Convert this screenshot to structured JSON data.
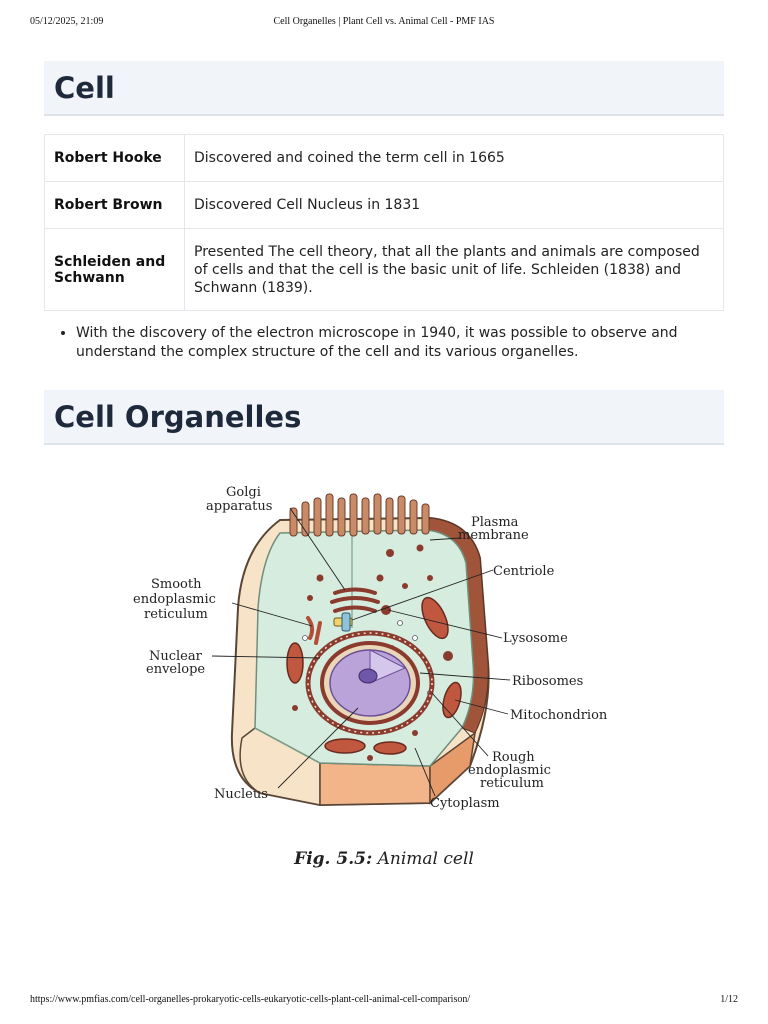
{
  "print_header": {
    "datetime": "05/12/2025, 21:09",
    "title": "Cell Organelles | Plant Cell vs. Animal Cell - PMF IAS"
  },
  "section_cell": {
    "heading": "Cell",
    "table": [
      {
        "name": "Robert Hooke",
        "desc": "Discovered and coined the term cell in 1665"
      },
      {
        "name": "Robert Brown",
        "desc": "Discovered Cell Nucleus in 1831"
      },
      {
        "name": "Schleiden and Schwann",
        "desc": "Presented The cell theory, that all the plants and animals are composed of cells and that the cell is the basic unit of life. Schleiden (1838) and Schwann (1839)."
      }
    ],
    "bullets": [
      "With the discovery of the electron microscope in 1940, it was possible to observe and understand the complex structure of the cell and its various organelles."
    ]
  },
  "section_organelles": {
    "heading": "Cell Organelles",
    "figure": {
      "labels": {
        "golgi_1": "Golgi",
        "golgi_2": "apparatus",
        "plasma_1": "Plasma",
        "plasma_2": "membrane",
        "centriole": "Centriole",
        "smooth_1": "Smooth",
        "smooth_2": "endoplasmic",
        "smooth_3": "reticulum",
        "lysosome": "Lysosome",
        "nuclear_1": "Nuclear",
        "nuclear_2": "envelope",
        "ribosomes": "Ribosomes",
        "mitochondrion": "Mitochondrion",
        "rough_1": "Rough",
        "rough_2": "endoplasmic",
        "rough_3": "reticulum",
        "nucleus": "Nucleus",
        "cytoplasm": "Cytoplasm"
      },
      "caption_num": "Fig. 5.5:",
      "caption_text": "Animal cell",
      "colors": {
        "cytoplasm": "#d6ecdf",
        "membrane": "#a0553a",
        "wall_light": "#f6e3c8",
        "wall_orange": "#f2b58a",
        "nucleus": "#b9a3d9",
        "organelle": "#8b3a2e"
      }
    }
  },
  "print_footer": {
    "url": "https://www.pmfias.com/cell-organelles-prokaryotic-cells-eukaryotic-cells-plant-cell-animal-cell-comparison/",
    "page": "1/12"
  }
}
